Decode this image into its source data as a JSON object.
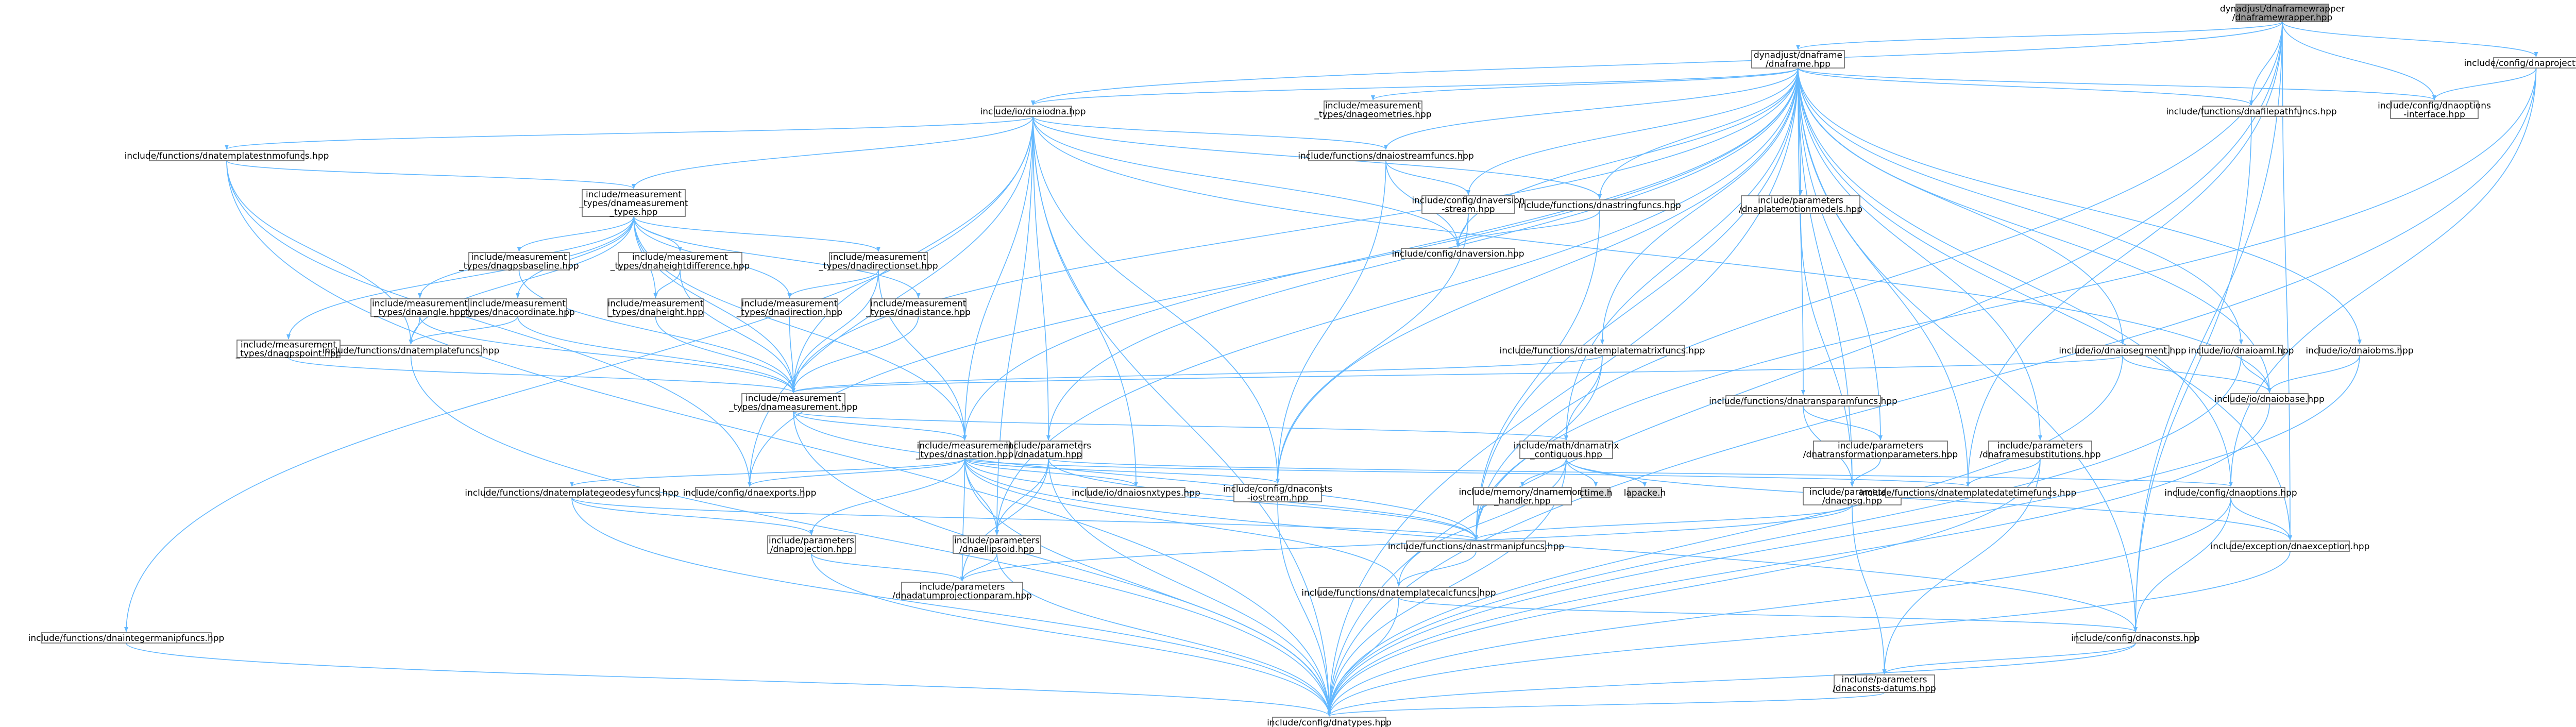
{
  "colors": {
    "root_fill": "#9c9c9c",
    "node_fill": "#ffffff",
    "system_fill": "#e0e0e0",
    "edge": "#63b8ff",
    "border": "#666666"
  },
  "nodes": [
    {
      "id": "root",
      "lines": [
        "dynadjust/dnaframewrapper",
        "/dnaframewrapper.hpp"
      ],
      "style": "root"
    },
    {
      "id": "dnaframe",
      "lines": [
        "dynadjust/dnaframe",
        "/dnaframe.hpp"
      ]
    },
    {
      "id": "cfgprojfile",
      "lines": [
        "include/config/dnaprojectfile.hpp"
      ]
    },
    {
      "id": "iodnaiobase",
      "lines": [
        "include/io/dnaiobase.hpp"
      ]
    },
    {
      "id": "meastypesgeom",
      "lines": [
        "include/measurement",
        "_types/dnageometries.hpp"
      ]
    },
    {
      "id": "filepath",
      "lines": [
        "include/functions/dnafilepathfuncs.hpp"
      ]
    },
    {
      "id": "optsiface",
      "lines": [
        "include/config/dnaoptions",
        "-interface.hpp"
      ]
    },
    {
      "id": "iodnaiodna",
      "lines": [
        "include/io/dnaiodna.hpp"
      ]
    },
    {
      "id": "templmatrixfuncs",
      "lines": [
        "include/functions/dnatemplatestnmofuncs.hpp"
      ]
    },
    {
      "id": "iostreamfuncs",
      "lines": [
        "include/functions/dnaiostreamfuncs.hpp"
      ]
    },
    {
      "id": "cfgversionstream",
      "lines": [
        "include/config/dnaversion",
        "-stream.hpp"
      ]
    },
    {
      "id": "stringfuncs",
      "lines": [
        "include/functions/dnastringfuncs.hpp"
      ]
    },
    {
      "id": "platemotion",
      "lines": [
        "include/parameters",
        "/dnaplatemotionmodels.hpp"
      ]
    },
    {
      "id": "measurement_types",
      "lines": [
        "include/measurement",
        "_types/dnameasurement",
        "_types.hpp"
      ]
    },
    {
      "id": "gpsbaseline",
      "lines": [
        "include/measurement",
        "_types/dnagpsbaseline.hpp"
      ]
    },
    {
      "id": "heightdiff",
      "lines": [
        "include/measurement",
        "_types/dnaheightdifference.hpp"
      ]
    },
    {
      "id": "directionset",
      "lines": [
        "include/measurement",
        "_types/dnadirectionset.hpp"
      ]
    },
    {
      "id": "cfgversion",
      "lines": [
        "include/config/dnaversion.hpp"
      ]
    },
    {
      "id": "angle",
      "lines": [
        "include/measurement",
        "_types/dnaangle.hpp"
      ]
    },
    {
      "id": "coordinate",
      "lines": [
        "include/measurement",
        "_types/dnacoordinate.hpp"
      ]
    },
    {
      "id": "height",
      "lines": [
        "include/measurement",
        "_types/dnaheight.hpp"
      ]
    },
    {
      "id": "direction",
      "lines": [
        "include/measurement",
        "_types/dnadirection.hpp"
      ]
    },
    {
      "id": "distance",
      "lines": [
        "include/measurement",
        "_types/dnadistance.hpp"
      ]
    },
    {
      "id": "gpspoint",
      "lines": [
        "include/measurement",
        "_types/dnagpspoint.hpp"
      ]
    },
    {
      "id": "templatefuncs",
      "lines": [
        "include/functions/dnatemplatefuncs.hpp"
      ]
    },
    {
      "id": "templmatrixfuncs2",
      "lines": [
        "include/functions/dnatemplatematrixfuncs.hpp"
      ]
    },
    {
      "id": "ioseg",
      "lines": [
        "include/io/dnaiosegment.hpp"
      ]
    },
    {
      "id": "iodnaiogeoid",
      "lines": [
        "include/io/dnaioaml.hpp"
      ]
    },
    {
      "id": "iodnaiobms",
      "lines": [
        "include/io/dnaiobms.hpp"
      ]
    },
    {
      "id": "measurement",
      "lines": [
        "include/measurement",
        "_types/dnameasurement.hpp"
      ]
    },
    {
      "id": "transparamfuncs",
      "lines": [
        "include/functions/dnatransparamfuncs.hpp"
      ]
    },
    {
      "id": "iobase",
      "lines": [
        "include/io/dnaiobase.hpp"
      ]
    },
    {
      "id": "station",
      "lines": [
        "include/measurement",
        "_types/dnastation.hpp"
      ]
    },
    {
      "id": "datum",
      "lines": [
        "include/parameters",
        "/dnadatum.hpp"
      ]
    },
    {
      "id": "matrix",
      "lines": [
        "include/math/dnamatrix",
        "_contiguous.hpp"
      ]
    },
    {
      "id": "transformparams",
      "lines": [
        "include/parameters",
        "/dnatransformationparameters.hpp"
      ]
    },
    {
      "id": "framesubs",
      "lines": [
        "include/parameters",
        "/dnaframesubstitutions.hpp"
      ]
    },
    {
      "id": "templgeodesyfuncs",
      "lines": [
        "include/functions/dnatemplategeodesyfuncs.hpp"
      ]
    },
    {
      "id": "cfgexports",
      "lines": [
        "include/config/dnaexports.hpp"
      ]
    },
    {
      "id": "ioadnatypes",
      "lines": [
        "include/io/dnaiosnxtypes.hpp"
      ]
    },
    {
      "id": "cfgconstsiostream",
      "lines": [
        "include/config/dnaconsts",
        "-iostream.hpp"
      ]
    },
    {
      "id": "memhandler",
      "lines": [
        "include/memory/dnamemory",
        "_handler.hpp"
      ]
    },
    {
      "id": "ctimeh",
      "lines": [
        "ctime.h"
      ],
      "style": "system"
    },
    {
      "id": "lapackeh",
      "lines": [
        "lapacke.h"
      ],
      "style": "system"
    },
    {
      "id": "epsg",
      "lines": [
        "include/parameters",
        "/dnaepsg.hpp"
      ]
    },
    {
      "id": "datetimefuncs",
      "lines": [
        "include/functions/dnatemplatedatetimefuncs.hpp"
      ]
    },
    {
      "id": "cfgoptions",
      "lines": [
        "include/config/dnaoptions.hpp"
      ]
    },
    {
      "id": "projection",
      "lines": [
        "include/parameters",
        "/dnaprojection.hpp"
      ]
    },
    {
      "id": "ellipsoid",
      "lines": [
        "include/parameters",
        "/dnaellipsoid.hpp"
      ]
    },
    {
      "id": "strmanip",
      "lines": [
        "include/functions/dnastrmanipfuncs.hpp"
      ]
    },
    {
      "id": "exception",
      "lines": [
        "include/exception/dnaexception.hpp"
      ]
    },
    {
      "id": "datumprojparam",
      "lines": [
        "include/parameters",
        "/dnadatumprojectionparam.hpp"
      ]
    },
    {
      "id": "templcalcfuncs",
      "lines": [
        "include/functions/dnatemplatecalcfuncs.hpp"
      ]
    },
    {
      "id": "integermanip",
      "lines": [
        "include/functions/dnaintegermanipfuncs.hpp"
      ]
    },
    {
      "id": "cfgconsts",
      "lines": [
        "include/config/dnaconsts.hpp"
      ]
    },
    {
      "id": "constsdatums",
      "lines": [
        "include/parameters",
        "/dnaconsts-datums.hpp"
      ]
    },
    {
      "id": "cfgtypes",
      "lines": [
        "include/config/dnatypes.hpp"
      ]
    }
  ],
  "edges": [
    [
      "root",
      "dnaframe"
    ],
    [
      "root",
      "cfgprojfile"
    ],
    [
      "root",
      "filepath"
    ],
    [
      "root",
      "optsiface"
    ],
    [
      "root",
      "iodnaiodna"
    ],
    [
      "root",
      "cfgconsts"
    ],
    [
      "root",
      "exception"
    ],
    [
      "root",
      "strmanip"
    ],
    [
      "root",
      "datetimefuncs"
    ],
    [
      "root",
      "cfgtypes"
    ],
    [
      "cfgprojfile",
      "optsiface"
    ],
    [
      "cfgprojfile",
      "cfgoptions"
    ],
    [
      "cfgprojfile",
      "cfgtypes"
    ],
    [
      "cfgprojfile",
      "strmanip"
    ],
    [
      "dnaframe",
      "meastypesgeom"
    ],
    [
      "dnaframe",
      "filepath"
    ],
    [
      "dnaframe",
      "optsiface"
    ],
    [
      "dnaframe",
      "iodnaiodna"
    ],
    [
      "dnaframe",
      "iostreamfuncs"
    ],
    [
      "dnaframe",
      "cfgversionstream"
    ],
    [
      "dnaframe",
      "stringfuncs"
    ],
    [
      "dnaframe",
      "platemotion"
    ],
    [
      "dnaframe",
      "cfgversion"
    ],
    [
      "dnaframe",
      "measurement"
    ],
    [
      "dnaframe",
      "station"
    ],
    [
      "dnaframe",
      "datum"
    ],
    [
      "dnaframe",
      "matrix"
    ],
    [
      "dnaframe",
      "templmatrixfuncs2"
    ],
    [
      "dnaframe",
      "transparamfuncs"
    ],
    [
      "dnaframe",
      "transformparams"
    ],
    [
      "dnaframe",
      "framesubs"
    ],
    [
      "dnaframe",
      "ioseg"
    ],
    [
      "dnaframe",
      "iodnaiogeoid"
    ],
    [
      "dnaframe",
      "iodnaiobms"
    ],
    [
      "dnaframe",
      "iobase"
    ],
    [
      "dnaframe",
      "epsg"
    ],
    [
      "dnaframe",
      "datetimefuncs"
    ],
    [
      "dnaframe",
      "cfgoptions"
    ],
    [
      "dnaframe",
      "ellipsoid"
    ],
    [
      "dnaframe",
      "strmanip"
    ],
    [
      "dnaframe",
      "exception"
    ],
    [
      "dnaframe",
      "cfgconsts"
    ],
    [
      "dnaframe",
      "cfgtypes"
    ],
    [
      "dnaframe",
      "cfgexports"
    ],
    [
      "dnaframe",
      "cfgconstsiostream"
    ],
    [
      "filepath",
      "cfgconsts"
    ],
    [
      "iodnaiodna",
      "templmatrixfuncs"
    ],
    [
      "iodnaiodna",
      "iostreamfuncs"
    ],
    [
      "iodnaiodna",
      "stringfuncs"
    ],
    [
      "iodnaiodna",
      "measurement_types"
    ],
    [
      "iodnaiodna",
      "integermanip"
    ],
    [
      "iodnaiodna",
      "iobase"
    ],
    [
      "iodnaiodna",
      "cfgversion"
    ],
    [
      "iodnaiodna",
      "station"
    ],
    [
      "iodnaiodna",
      "datum"
    ],
    [
      "iodnaiodna",
      "cfgexports"
    ],
    [
      "iodnaiodna",
      "ioadnatypes"
    ],
    [
      "iodnaiodna",
      "cfgconstsiostream"
    ],
    [
      "iodnaiodna",
      "measurement"
    ],
    [
      "iodnaiodna",
      "cfgtypes"
    ],
    [
      "iodnaiodna",
      "ellipsoid"
    ],
    [
      "templmatrixfuncs",
      "measurement_types"
    ],
    [
      "templmatrixfuncs",
      "templatefuncs"
    ],
    [
      "templmatrixfuncs",
      "cfgtypes"
    ],
    [
      "templmatrixfuncs",
      "cfgexports"
    ],
    [
      "iostreamfuncs",
      "cfgversionstream"
    ],
    [
      "iostreamfuncs",
      "cfgversion"
    ],
    [
      "iostreamfuncs",
      "cfgconstsiostream"
    ],
    [
      "cfgversionstream",
      "cfgversion"
    ],
    [
      "cfgversionstream",
      "cfgconstsiostream"
    ],
    [
      "stringfuncs",
      "cfgversion"
    ],
    [
      "stringfuncs",
      "strmanip"
    ],
    [
      "platemotion",
      "epsg"
    ],
    [
      "measurement_types",
      "gpsbaseline"
    ],
    [
      "measurement_types",
      "heightdiff"
    ],
    [
      "measurement_types",
      "directionset"
    ],
    [
      "measurement_types",
      "angle"
    ],
    [
      "measurement_types",
      "coordinate"
    ],
    [
      "measurement_types",
      "height"
    ],
    [
      "measurement_types",
      "direction"
    ],
    [
      "measurement_types",
      "distance"
    ],
    [
      "measurement_types",
      "gpspoint"
    ],
    [
      "measurement_types",
      "measurement"
    ],
    [
      "measurement_types",
      "station"
    ],
    [
      "measurement_types",
      "templatefuncs"
    ],
    [
      "gpsbaseline",
      "measurement"
    ],
    [
      "heightdiff",
      "height"
    ],
    [
      "heightdiff",
      "measurement"
    ],
    [
      "directionset",
      "direction"
    ],
    [
      "directionset",
      "measurement"
    ],
    [
      "directionset",
      "station"
    ],
    [
      "angle",
      "templatefuncs"
    ],
    [
      "angle",
      "measurement"
    ],
    [
      "coordinate",
      "templatefuncs"
    ],
    [
      "coordinate",
      "measurement"
    ],
    [
      "height",
      "measurement"
    ],
    [
      "direction",
      "measurement"
    ],
    [
      "distance",
      "measurement"
    ],
    [
      "gpspoint",
      "measurement"
    ],
    [
      "templatefuncs",
      "cfgtypes"
    ],
    [
      "templmatrixfuncs2",
      "matrix"
    ],
    [
      "templmatrixfuncs2",
      "measurement"
    ],
    [
      "templmatrixfuncs2",
      "strmanip"
    ],
    [
      "ioseg",
      "measurement"
    ],
    [
      "ioseg",
      "iobase"
    ],
    [
      "ioseg",
      "cfgtypes"
    ],
    [
      "iodnaiogeoid",
      "iobase"
    ],
    [
      "iodnaiogeoid",
      "cfgtypes"
    ],
    [
      "iodnaiobms",
      "iobase"
    ],
    [
      "iodnaiobms",
      "cfgtypes"
    ],
    [
      "measurement",
      "station"
    ],
    [
      "measurement",
      "matrix"
    ],
    [
      "measurement",
      "cfgtypes"
    ],
    [
      "measurement",
      "strmanip"
    ],
    [
      "transparamfuncs",
      "transformparams"
    ],
    [
      "transparamfuncs",
      "epsg"
    ],
    [
      "iobase",
      "cfgtypes"
    ],
    [
      "station",
      "templgeodesyfuncs"
    ],
    [
      "station",
      "cfgexports"
    ],
    [
      "station",
      "ioadnatypes"
    ],
    [
      "station",
      "cfgconstsiostream"
    ],
    [
      "station",
      "datetimefuncs"
    ],
    [
      "station",
      "projection"
    ],
    [
      "station",
      "ellipsoid"
    ],
    [
      "station",
      "datumprojparam"
    ],
    [
      "station",
      "templcalcfuncs"
    ],
    [
      "station",
      "cfgtypes"
    ],
    [
      "station",
      "cfgconsts"
    ],
    [
      "station",
      "strmanip"
    ],
    [
      "datum",
      "ellipsoid"
    ],
    [
      "datum",
      "datumprojparam"
    ],
    [
      "datum",
      "cfgoptions"
    ],
    [
      "datum",
      "cfgtypes"
    ],
    [
      "datum",
      "strmanip"
    ],
    [
      "matrix",
      "memhandler"
    ],
    [
      "matrix",
      "ctimeh"
    ],
    [
      "matrix",
      "lapackeh"
    ],
    [
      "matrix",
      "templcalcfuncs"
    ],
    [
      "matrix",
      "exception"
    ],
    [
      "matrix",
      "cfgtypes"
    ],
    [
      "transformparams",
      "epsg"
    ],
    [
      "framesubs",
      "datetimefuncs"
    ],
    [
      "framesubs",
      "constsdatums"
    ],
    [
      "framesubs",
      "cfgtypes"
    ],
    [
      "templgeodesyfuncs",
      "projection"
    ],
    [
      "templgeodesyfuncs",
      "strmanip"
    ],
    [
      "templgeodesyfuncs",
      "cfgtypes"
    ],
    [
      "cfgconstsiostream",
      "cfgtypes"
    ],
    [
      "epsg",
      "strmanip"
    ],
    [
      "epsg",
      "constsdatums"
    ],
    [
      "epsg",
      "datumprojparam"
    ],
    [
      "cfgoptions",
      "cfgconsts"
    ],
    [
      "cfgoptions",
      "exception"
    ],
    [
      "cfgoptions",
      "cfgtypes"
    ],
    [
      "projection",
      "datumprojparam"
    ],
    [
      "projection",
      "cfgtypes"
    ],
    [
      "ellipsoid",
      "datumprojparam"
    ],
    [
      "ellipsoid",
      "cfgtypes"
    ],
    [
      "strmanip",
      "templcalcfuncs"
    ],
    [
      "exception",
      "cfgtypes"
    ],
    [
      "templcalcfuncs",
      "cfgtypes"
    ],
    [
      "templcalcfuncs",
      "cfgconsts"
    ],
    [
      "integermanip",
      "cfgtypes"
    ],
    [
      "cfgconsts",
      "constsdatums"
    ],
    [
      "cfgconsts",
      "cfgtypes"
    ],
    [
      "constsdatums",
      "cfgtypes"
    ]
  ]
}
